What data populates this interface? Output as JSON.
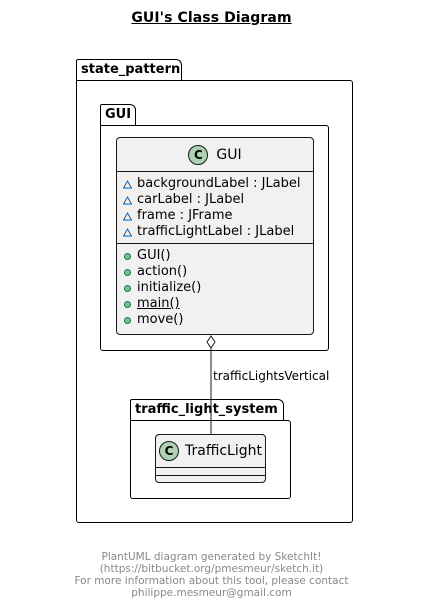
{
  "title": "GUI's Class Diagram",
  "packages": {
    "outer": {
      "name": "state_pattern"
    },
    "gui": {
      "name": "GUI"
    },
    "traffic": {
      "name": "traffic_light_system"
    }
  },
  "classes": {
    "gui": {
      "icon": "C",
      "name": "GUI",
      "attributes": [
        {
          "visibility": "package",
          "text": "backgroundLabel : JLabel"
        },
        {
          "visibility": "package",
          "text": "carLabel : JLabel"
        },
        {
          "visibility": "package",
          "text": "frame : JFrame"
        },
        {
          "visibility": "package",
          "text": "trafficLightLabel : JLabel"
        }
      ],
      "methods": [
        {
          "visibility": "public",
          "text": "GUI()",
          "static": false
        },
        {
          "visibility": "public",
          "text": "action()",
          "static": false
        },
        {
          "visibility": "public",
          "text": "initialize()",
          "static": false
        },
        {
          "visibility": "public",
          "text": "main()",
          "static": true
        },
        {
          "visibility": "public",
          "text": "move()",
          "static": false
        }
      ]
    },
    "traffic_light": {
      "icon": "C",
      "name": "TrafficLight"
    }
  },
  "association": {
    "label": "trafficLightsVertical",
    "type": "aggregation"
  },
  "footer": {
    "line1": "PlantUML diagram generated by SketchIt! (https://bitbucket.org/pmesmeur/sketch.it)",
    "line2": "For more information about this tool, please contact philippe.mesmeur@gmail.com"
  },
  "colors": {
    "class_fill": "#f1f1f1",
    "class_icon": "#add1b2",
    "public_dot": "#84be84",
    "footer_text": "#888888"
  }
}
